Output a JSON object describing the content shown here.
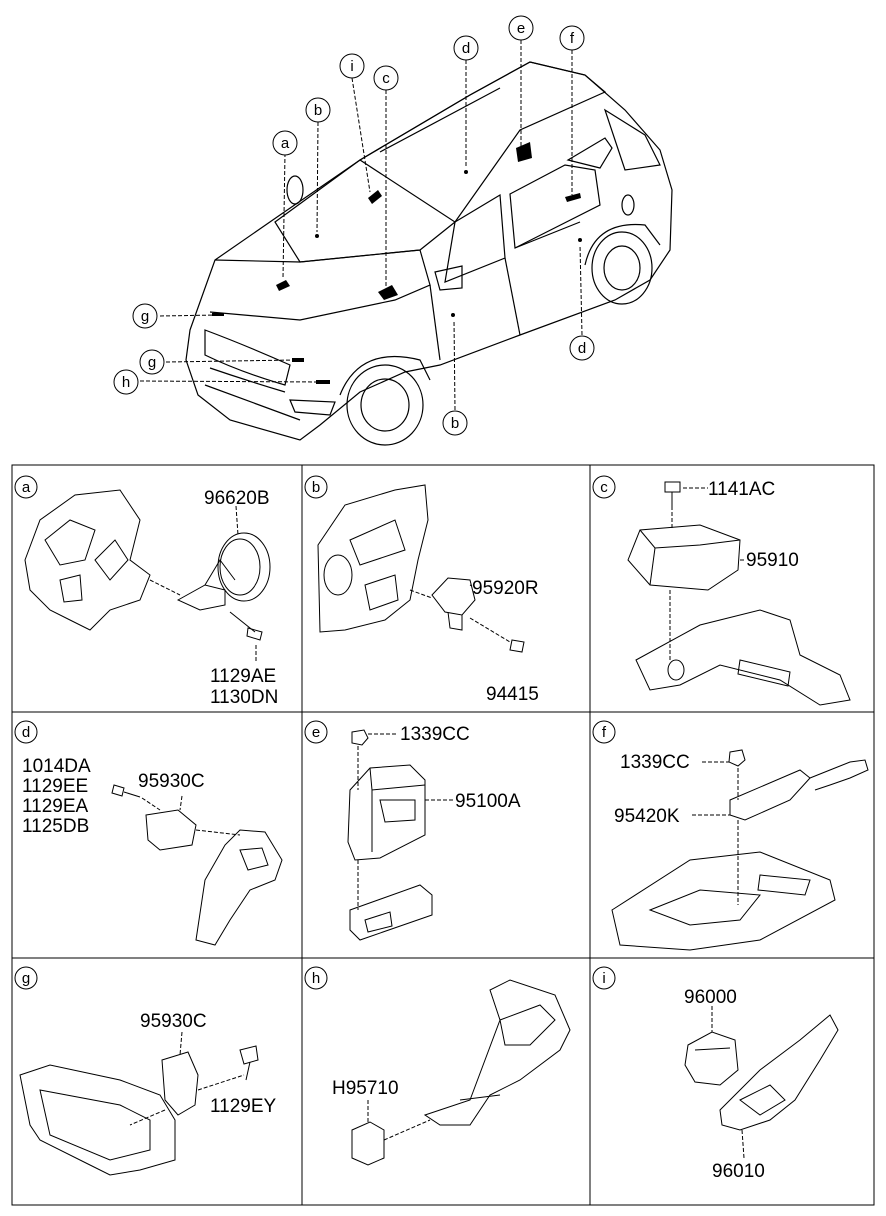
{
  "overview": {
    "callouts": [
      {
        "letter": "a"
      },
      {
        "letter": "b"
      },
      {
        "letter": "i"
      },
      {
        "letter": "c"
      },
      {
        "letter": "d"
      },
      {
        "letter": "e"
      },
      {
        "letter": "f"
      },
      {
        "letter": "g"
      },
      {
        "letter": "g"
      },
      {
        "letter": "h"
      },
      {
        "letter": "b"
      },
      {
        "letter": "d"
      }
    ]
  },
  "panels": [
    {
      "letter": "a",
      "parts": [
        "96620B",
        "1129AE",
        "1130DN"
      ]
    },
    {
      "letter": "b",
      "parts": [
        "95920R",
        "94415"
      ]
    },
    {
      "letter": "c",
      "parts": [
        "1141AC",
        "95910"
      ]
    },
    {
      "letter": "d",
      "parts": [
        "1014DA",
        "1129EE",
        "1129EA",
        "1125DB",
        "95930C"
      ]
    },
    {
      "letter": "e",
      "parts": [
        "1339CC",
        "95100A"
      ]
    },
    {
      "letter": "f",
      "parts": [
        "1339CC",
        "95420K"
      ]
    },
    {
      "letter": "g",
      "parts": [
        "95930C",
        "1129EY"
      ]
    },
    {
      "letter": "h",
      "parts": [
        "H95710"
      ]
    },
    {
      "letter": "i",
      "parts": [
        "96000",
        "96010"
      ]
    }
  ]
}
